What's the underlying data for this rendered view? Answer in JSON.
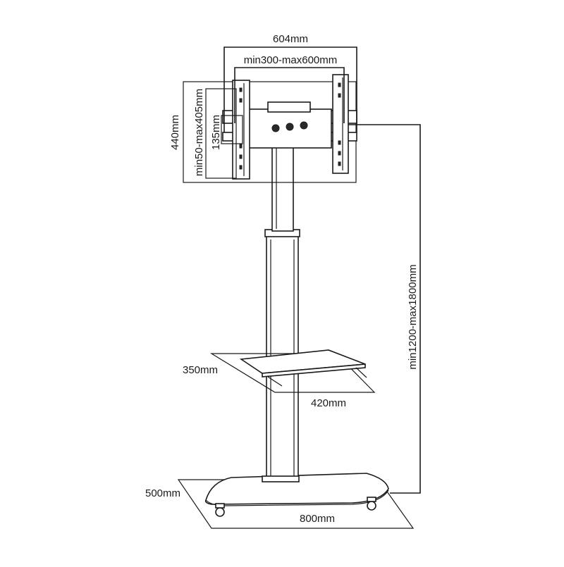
{
  "dimensions": {
    "bracket_outer_width": "604mm",
    "vesa_horizontal": "min300-max600mm",
    "bracket_outer_height": "440mm",
    "vesa_vertical": "min50-max405mm",
    "center_plate_height": "135mm",
    "total_height": "min1200-max1800mm",
    "shelf_depth": "350mm",
    "shelf_width": "420mm",
    "base_depth": "500mm",
    "base_width": "800mm"
  },
  "colors": {
    "line": "#1a1a1a",
    "background": "#ffffff"
  }
}
